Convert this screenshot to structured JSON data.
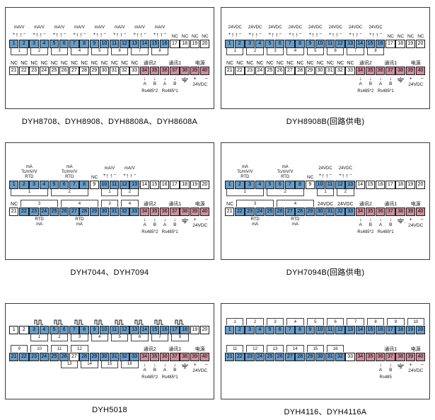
{
  "page": {
    "background": "#ffffff"
  },
  "colors": {
    "blue": "#659cca",
    "pink": "#cf8fa0",
    "white": "#ffffff"
  },
  "panels": [
    {
      "name": "dyh8708-group",
      "row": 1,
      "caption": "DYH8708、DYH8908、DYH8808A、DYH8608A",
      "strip1": {
        "first": 1,
        "mask": "BBBBBBBBBBBBBBBBWWWW"
      },
      "strip2": {
        "first": 21,
        "mask": "WWWWWWWWWWWWWPPPPPPP"
      },
      "b1": [
        {
          "t": "sym",
          "l": "mA/V",
          "s": 1,
          "e": 2
        },
        {
          "t": "sym",
          "l": "mA/V",
          "s": 3,
          "e": 4
        },
        {
          "t": "sym",
          "l": "mA/V",
          "s": 5,
          "e": 6
        },
        {
          "t": "sym",
          "l": "mA/V",
          "s": 7,
          "e": 8
        },
        {
          "t": "sym",
          "l": "mA/V",
          "s": 9,
          "e": 10
        },
        {
          "t": "sym",
          "l": "mA/V",
          "s": 11,
          "e": 12
        },
        {
          "t": "sym",
          "l": "mA/V",
          "s": 13,
          "e": 14
        },
        {
          "t": "sym",
          "l": "mA/V",
          "s": 15,
          "e": 16
        },
        {
          "t": "nc",
          "l": "NC",
          "s": 17,
          "e": 20
        }
      ],
      "b2": [
        {
          "t": "chan",
          "l": "1",
          "s": 1,
          "e": 2
        },
        {
          "t": "chan",
          "l": "2",
          "s": 3,
          "e": 4
        },
        {
          "t": "chan",
          "l": "3",
          "s": 5,
          "e": 6
        },
        {
          "t": "chan",
          "l": "4",
          "s": 7,
          "e": 8
        },
        {
          "t": "chan",
          "l": "5",
          "s": 9,
          "e": 10
        },
        {
          "t": "chan",
          "l": "6",
          "s": 11,
          "e": 12
        },
        {
          "t": "chan",
          "l": "7",
          "s": 13,
          "e": 14
        },
        {
          "t": "chan",
          "l": "8",
          "s": 15,
          "e": 16
        }
      ],
      "b3": [
        {
          "t": "nc",
          "l": "NC",
          "s": 21,
          "e": 33
        },
        {
          "t": "txt",
          "l": "通讯2",
          "s": 34,
          "e": 35
        },
        {
          "t": "txt",
          "l": "通讯1",
          "s": 36,
          "e": 38
        },
        {
          "t": "txt",
          "l": "电源",
          "s": 39,
          "e": 40
        }
      ],
      "b4": [
        {
          "t": "ab",
          "l": "A",
          "s": 34,
          "e": 34
        },
        {
          "t": "ab",
          "l": "B",
          "s": 35,
          "e": 35
        },
        {
          "t": "rs",
          "l": "Rs485*2",
          "s": 33,
          "e": 36
        },
        {
          "t": "ab",
          "l": "A",
          "s": 36,
          "e": 36
        },
        {
          "t": "ab",
          "l": "B",
          "s": 37,
          "e": 37
        },
        {
          "t": "gnd",
          "s": 38,
          "e": 38
        },
        {
          "t": "rs",
          "l": "Rs485*1",
          "s": 35,
          "e": 38
        },
        {
          "t": "pwr",
          "l": "24VDC",
          "s": 39,
          "e": 40
        }
      ]
    },
    {
      "name": "dyh8908b",
      "row": 1,
      "caption": "DYH8908B(回路供电)",
      "strip1": {
        "first": 1,
        "mask": "BBBBBBBBBBBBBBBBWWWW"
      },
      "strip2": {
        "first": 21,
        "mask": "WWWWWWWWWWWWWPPPPPPP"
      },
      "b1": [
        {
          "t": "v24",
          "l": "24VDC",
          "s": 1,
          "e": 2
        },
        {
          "t": "v24",
          "l": "24VDC",
          "s": 3,
          "e": 4
        },
        {
          "t": "v24",
          "l": "24VDC",
          "s": 5,
          "e": 6
        },
        {
          "t": "v24",
          "l": "24VDC",
          "s": 7,
          "e": 8
        },
        {
          "t": "v24",
          "l": "24VDC",
          "s": 9,
          "e": 10
        },
        {
          "t": "v24",
          "l": "24VDC",
          "s": 11,
          "e": 12
        },
        {
          "t": "v24",
          "l": "24VDC",
          "s": 13,
          "e": 14
        },
        {
          "t": "v24",
          "l": "24VDC",
          "s": 15,
          "e": 16
        },
        {
          "t": "nc",
          "l": "NC",
          "s": 17,
          "e": 20
        }
      ],
      "b2": [
        {
          "t": "chan",
          "l": "1",
          "s": 1,
          "e": 2
        },
        {
          "t": "chan",
          "l": "2",
          "s": 3,
          "e": 4
        },
        {
          "t": "chan",
          "l": "3",
          "s": 5,
          "e": 6
        },
        {
          "t": "chan",
          "l": "4",
          "s": 7,
          "e": 8
        },
        {
          "t": "chan",
          "l": "5",
          "s": 9,
          "e": 10
        },
        {
          "t": "chan",
          "l": "6",
          "s": 11,
          "e": 12
        },
        {
          "t": "chan",
          "l": "7",
          "s": 13,
          "e": 14
        },
        {
          "t": "chan",
          "l": "8",
          "s": 15,
          "e": 16
        }
      ],
      "b3": [
        {
          "t": "nc",
          "l": "NC",
          "s": 21,
          "e": 33
        },
        {
          "t": "txt",
          "l": "通讯2",
          "s": 34,
          "e": 35
        },
        {
          "t": "txt",
          "l": "通讯1",
          "s": 36,
          "e": 38
        },
        {
          "t": "txt",
          "l": "电源",
          "s": 39,
          "e": 40
        }
      ],
      "b4": [
        {
          "t": "ab",
          "l": "A",
          "s": 34,
          "e": 34
        },
        {
          "t": "ab",
          "l": "B",
          "s": 35,
          "e": 35
        },
        {
          "t": "rs",
          "l": "Rs485*2",
          "s": 33,
          "e": 36
        },
        {
          "t": "ab",
          "l": "A",
          "s": 36,
          "e": 36
        },
        {
          "t": "ab",
          "l": "B",
          "s": 37,
          "e": 37
        },
        {
          "t": "gnd",
          "s": 38,
          "e": 38
        },
        {
          "t": "rs",
          "l": "Rs485*1",
          "s": 35,
          "e": 38
        },
        {
          "t": "pwr",
          "l": "24VDC",
          "s": 39,
          "e": 40
        }
      ]
    },
    {
      "name": "dyh7044",
      "row": 2,
      "caption": "DYH7044、DYH7094",
      "strip1": {
        "first": 1,
        "mask": "BBBBBBBBWBBBBWWWWWWW"
      },
      "strip2": {
        "first": 21,
        "mask": "WBBBBBBBBBBBBPPPPPPP"
      },
      "b1": [
        {
          "t": "univ",
          "ls": [
            "mA",
            "Tc/mV/V",
            "RTD"
          ],
          "s": 1,
          "e": 4
        },
        {
          "t": "univ",
          "ls": [
            "mA",
            "Tc/mV/V",
            "RTD"
          ],
          "s": 5,
          "e": 8
        },
        {
          "t": "txt",
          "l": "NC",
          "s": 9,
          "e": 9
        },
        {
          "t": "sym",
          "l": "mA/V",
          "s": 10,
          "e": 11
        },
        {
          "t": "sym",
          "l": "mA/V",
          "s": 12,
          "e": 13
        }
      ],
      "b2": [
        {
          "t": "chan",
          "l": "1",
          "s": 1,
          "e": 4
        },
        {
          "t": "chan",
          "l": "2",
          "s": 5,
          "e": 8
        },
        {
          "t": "chan",
          "l": "1",
          "s": 10,
          "e": 11
        },
        {
          "t": "chan",
          "l": "2",
          "s": 12,
          "e": 13
        }
      ],
      "b3": [
        {
          "t": "txt",
          "l": "NC",
          "s": 21,
          "e": 21
        },
        {
          "t": "cont",
          "l": "3",
          "s": 22,
          "e": 25
        },
        {
          "t": "cont",
          "l": "4",
          "s": 26,
          "e": 29
        },
        {
          "t": "cont",
          "l": "3",
          "s": 30,
          "e": 31
        },
        {
          "t": "cont",
          "l": "4",
          "s": 32,
          "e": 33
        },
        {
          "t": "txt",
          "l": "通讯2",
          "s": 34,
          "e": 35
        },
        {
          "t": "txt",
          "l": "通讯1",
          "s": 36,
          "e": 38
        },
        {
          "t": "txt",
          "l": "电源",
          "s": 39,
          "e": 40
        }
      ],
      "b4": [
        {
          "t": "univ",
          "ls": [
            "RTD",
            "mA"
          ],
          "s": 22,
          "e": 25
        },
        {
          "t": "univ",
          "ls": [
            "RTD",
            "mA"
          ],
          "s": 26,
          "e": 29
        },
        {
          "t": "ab",
          "l": "A",
          "s": 34,
          "e": 34
        },
        {
          "t": "ab",
          "l": "B",
          "s": 35,
          "e": 35
        },
        {
          "t": "rs",
          "l": "Rs485*2",
          "s": 33,
          "e": 36
        },
        {
          "t": "ab",
          "l": "A",
          "s": 36,
          "e": 36
        },
        {
          "t": "ab",
          "l": "B",
          "s": 37,
          "e": 37
        },
        {
          "t": "gnd",
          "s": 38,
          "e": 38
        },
        {
          "t": "rs",
          "l": "Rs485*1",
          "s": 35,
          "e": 38
        },
        {
          "t": "pwr",
          "l": "24VDC",
          "s": 39,
          "e": 40
        }
      ]
    },
    {
      "name": "dyh7094b",
      "row": 2,
      "caption": "DYH7094B(回路供电)",
      "strip1": {
        "first": 1,
        "mask": "BBBBBBBBWBBBBWWWWWWW"
      },
      "strip2": {
        "first": 21,
        "mask": "WBBBBBBBBBBBBPPPPPPP"
      },
      "b1": [
        {
          "t": "univ",
          "ls": [
            "mA",
            "Tc/mV/V",
            "RTD"
          ],
          "s": 1,
          "e": 4
        },
        {
          "t": "univ",
          "ls": [
            "mA",
            "Tc/mV/V",
            "RTD"
          ],
          "s": 5,
          "e": 8
        },
        {
          "t": "txt",
          "l": "NC",
          "s": 9,
          "e": 9
        },
        {
          "t": "v24",
          "l": "24VDC",
          "s": 10,
          "e": 11
        },
        {
          "t": "v24",
          "l": "24VDC",
          "s": 12,
          "e": 13
        }
      ],
      "b2": [
        {
          "t": "chan",
          "l": "1",
          "s": 1,
          "e": 4
        },
        {
          "t": "chan",
          "l": "2",
          "s": 5,
          "e": 8
        },
        {
          "t": "chan",
          "l": "1",
          "s": 10,
          "e": 11
        },
        {
          "t": "chan",
          "l": "2",
          "s": 12,
          "e": 13
        }
      ],
      "b3": [
        {
          "t": "txt",
          "l": "NC",
          "s": 21,
          "e": 21
        },
        {
          "t": "cont",
          "l": "3",
          "s": 22,
          "e": 25
        },
        {
          "t": "cont",
          "l": "4",
          "s": 26,
          "e": 29
        },
        {
          "t": "txt",
          "l": "24VDC",
          "s": 30,
          "e": 31
        },
        {
          "t": "txt",
          "l": "24VDC",
          "s": 32,
          "e": 33
        },
        {
          "t": "txt",
          "l": "通讯2",
          "s": 34,
          "e": 35
        },
        {
          "t": "txt",
          "l": "通讯1",
          "s": 36,
          "e": 38
        },
        {
          "t": "txt",
          "l": "电源",
          "s": 39,
          "e": 40
        }
      ],
      "b4": [
        {
          "t": "univ",
          "ls": [
            "RTD",
            "mA"
          ],
          "s": 22,
          "e": 25
        },
        {
          "t": "univ",
          "ls": [
            "RTD",
            "mA"
          ],
          "s": 26,
          "e": 29
        },
        {
          "t": "ab",
          "l": "A",
          "s": 34,
          "e": 34
        },
        {
          "t": "ab",
          "l": "B",
          "s": 35,
          "e": 35
        },
        {
          "t": "rs",
          "l": "Rs485*2",
          "s": 33,
          "e": 36
        },
        {
          "t": "ab",
          "l": "A",
          "s": 36,
          "e": 36
        },
        {
          "t": "ab",
          "l": "B",
          "s": 37,
          "e": 37
        },
        {
          "t": "gnd",
          "s": 38,
          "e": 38
        },
        {
          "t": "rs",
          "l": "Rs485*1",
          "s": 35,
          "e": 38
        },
        {
          "t": "pwr",
          "l": "24VDC",
          "s": 39,
          "e": 40
        }
      ]
    },
    {
      "name": "dyh5018",
      "row": 3,
      "caption": "DYH5018",
      "strip1": {
        "first": 1,
        "mask": "WWBBBBBBBBBBBBBBBBWW"
      },
      "strip2": {
        "first": 21,
        "mask": "BBBBBBWBBBBBBPPPPPPP"
      },
      "b1": [
        {
          "t": "pulse",
          "s": 3,
          "e": 4
        },
        {
          "t": "pulse",
          "s": 5,
          "e": 6
        },
        {
          "t": "pulse",
          "s": 7,
          "e": 8
        },
        {
          "t": "pulse",
          "s": 9,
          "e": 10
        },
        {
          "t": "pulse",
          "s": 11,
          "e": 12
        },
        {
          "t": "pulse",
          "s": 13,
          "e": 14
        },
        {
          "t": "pulse",
          "s": 15,
          "e": 16
        },
        {
          "t": "pulse",
          "s": 17,
          "e": 18
        }
      ],
      "b2": [
        {
          "t": "chan",
          "l": "1",
          "s": 3,
          "e": 4
        },
        {
          "t": "chan",
          "l": "2",
          "s": 5,
          "e": 6
        },
        {
          "t": "chan",
          "l": "3",
          "s": 7,
          "e": 8
        },
        {
          "t": "chan",
          "l": "4",
          "s": 9,
          "e": 10
        },
        {
          "t": "chan",
          "l": "5",
          "s": 11,
          "e": 12
        },
        {
          "t": "chan",
          "l": "6",
          "s": 13,
          "e": 14
        },
        {
          "t": "chan",
          "l": "7",
          "s": 15,
          "e": 16
        },
        {
          "t": "chan",
          "l": "8",
          "s": 17,
          "e": 18
        }
      ],
      "b3": [
        {
          "t": "cont",
          "l": "9",
          "s": 21,
          "e": 22
        },
        {
          "t": "cont",
          "l": "10",
          "s": 23,
          "e": 24
        },
        {
          "t": "cont",
          "l": "11",
          "s": 25,
          "e": 26
        },
        {
          "t": "cont",
          "l": "12",
          "s": 27,
          "e": 28
        },
        {
          "t": "txt",
          "l": "通讯2",
          "s": 34,
          "e": 35
        },
        {
          "t": "txt",
          "l": "通讯1",
          "s": 36,
          "e": 38
        },
        {
          "t": "txt",
          "l": "电源",
          "s": 39,
          "e": 40
        }
      ],
      "b4": [
        {
          "t": "chan",
          "l": "13",
          "s": 26,
          "e": 27
        },
        {
          "t": "chan",
          "l": "14",
          "s": 28,
          "e": 29
        },
        {
          "t": "chan",
          "l": "15",
          "s": 30,
          "e": 31
        },
        {
          "t": "chan",
          "l": "16",
          "s": 32,
          "e": 33
        },
        {
          "t": "ab",
          "l": "A",
          "s": 34,
          "e": 34
        },
        {
          "t": "ab",
          "l": "B",
          "s": 35,
          "e": 35
        },
        {
          "t": "rs",
          "l": "Rs485*2",
          "s": 33,
          "e": 36
        },
        {
          "t": "ab",
          "l": "A",
          "s": 36,
          "e": 36
        },
        {
          "t": "ab",
          "l": "B",
          "s": 37,
          "e": 37
        },
        {
          "t": "gnd",
          "s": 38,
          "e": 38
        },
        {
          "t": "rs",
          "l": "Rs485*1",
          "s": 35,
          "e": 38
        },
        {
          "t": "pwr",
          "l": "24VDC",
          "s": 39,
          "e": 40
        }
      ]
    },
    {
      "name": "dyh4116",
      "row": 3,
      "caption": "DYH4116、DYH4116A",
      "strip1": {
        "first": 1,
        "mask": "BBBBBBBBBBBBBBBBBBBB"
      },
      "strip2": {
        "first": 21,
        "mask": "BBBBBBBBBBBBWPPPPPPP"
      },
      "b1": [
        {
          "t": "cont",
          "l": "1",
          "s": 1,
          "e": 2
        },
        {
          "t": "cont",
          "l": "2",
          "s": 3,
          "e": 4
        },
        {
          "t": "cont",
          "l": "3",
          "s": 5,
          "e": 6
        },
        {
          "t": "cont",
          "l": "4",
          "s": 7,
          "e": 8
        },
        {
          "t": "cont",
          "l": "5",
          "s": 9,
          "e": 10
        },
        {
          "t": "cont",
          "l": "6",
          "s": 11,
          "e": 12
        },
        {
          "t": "cont",
          "l": "7",
          "s": 13,
          "e": 14
        },
        {
          "t": "cont",
          "l": "8",
          "s": 15,
          "e": 16
        },
        {
          "t": "cont",
          "l": "9",
          "s": 17,
          "e": 18
        },
        {
          "t": "cont",
          "l": "10",
          "s": 19,
          "e": 20
        }
      ],
      "b2": [],
      "b3": [
        {
          "t": "cont",
          "l": "11",
          "s": 21,
          "e": 22
        },
        {
          "t": "cont",
          "l": "12",
          "s": 23,
          "e": 24
        },
        {
          "t": "cont",
          "l": "13",
          "s": 25,
          "e": 26
        },
        {
          "t": "cont",
          "l": "14",
          "s": 27,
          "e": 28
        },
        {
          "t": "cont",
          "l": "15",
          "s": 29,
          "e": 30
        },
        {
          "t": "cont",
          "l": "16",
          "s": 31,
          "e": 32
        },
        {
          "t": "txt",
          "l": "通讯1",
          "s": 36,
          "e": 38
        },
        {
          "t": "txt",
          "l": "电源",
          "s": 39,
          "e": 40
        }
      ],
      "b4": [
        {
          "t": "ab",
          "l": "A",
          "s": 36,
          "e": 36
        },
        {
          "t": "ab",
          "l": "B",
          "s": 37,
          "e": 37
        },
        {
          "t": "gnd",
          "s": 38,
          "e": 38
        },
        {
          "t": "rs",
          "l": "Rs485",
          "s": 35,
          "e": 38
        },
        {
          "t": "pwr",
          "l": "24VDC",
          "s": 39,
          "e": 40
        }
      ]
    }
  ]
}
